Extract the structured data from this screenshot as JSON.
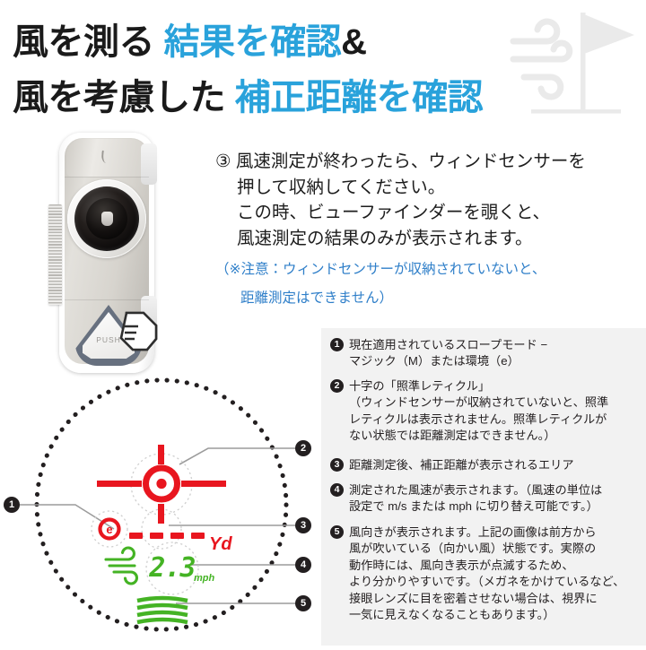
{
  "header": {
    "line1_black": "風を測る ",
    "line1_blue": "結果を確認",
    "line1_amp": "&",
    "line2_black": "風を考慮した ",
    "line2_blue": "補正距離を確認",
    "watermark_icon": "wind-flag-icon"
  },
  "instructions": {
    "lines": [
      "③ 風速測定が終わったら、ウィンドセンサーを",
      "押して収納してください。",
      "この時、ビューファインダーを覗くと、",
      "風速測定の結果のみが表示されます。"
    ],
    "note_lines": [
      "（※注意：ウィンドセンサーが収納されていないと、",
      "距離測定はできません）"
    ]
  },
  "device": {
    "push_label": "PUSH",
    "cursor_icon": "hand-pointer-icon",
    "lens_icon": "objective-lens-icon",
    "grip_icon": "ribbed-grip-icon"
  },
  "viewfinder": {
    "slope_mode_badge": "e",
    "distance_dashes": "- - - -",
    "distance_unit": "Yd",
    "wind_icon": "wind-gust-icon",
    "wind_speed": "2.3",
    "wind_speed_unit": "mph",
    "wind_direction_icon": "headwind-lines-icon",
    "reticle_icon": "crosshair-reticle-icon",
    "callouts": [
      "1",
      "2",
      "3",
      "4",
      "5"
    ],
    "colors": {
      "reticle_red": "#e8161f",
      "display_green": "#44b324",
      "dotted_black": "#231f20",
      "leader_gray": "#9c9c9c"
    }
  },
  "legend": {
    "items": [
      {
        "num": "1",
        "lines": [
          "現在適用されているスロープモード −",
          "マジック（M）または環境（e）"
        ]
      },
      {
        "num": "2",
        "lines": [
          "十字の「照準レティクル」",
          "（ウィンドセンサーが収納されていないと、照準",
          "レティクルは表示されません。照準レティクルが",
          "ない状態では距離測定はできません。）"
        ]
      },
      {
        "num": "3",
        "lines": [
          "距離測定後、補正距離が表示されるエリア"
        ]
      },
      {
        "num": "4",
        "lines": [
          "測定された風速が表示されます。（風速の単位は",
          "設定で m/s または mph に切り替え可能です。）"
        ]
      },
      {
        "num": "5",
        "lines": [
          "風向きが表示されます。上記の画像は前方から",
          "風が吹いている（向かい風）状態です。実際の",
          "動作時には、風向き表示が点滅するため、",
          "より分かりやすいです。（メガネをかけているなど、",
          "接眼レンズに目を密着させない場合は、視界に",
          "一気に見えなくなることもあります。）"
        ]
      }
    ]
  },
  "theme": {
    "brand_blue": "#29A2DB",
    "note_blue": "#2F7FC9",
    "panel_bg": "#F2F2F2",
    "ink": "#231F20"
  }
}
